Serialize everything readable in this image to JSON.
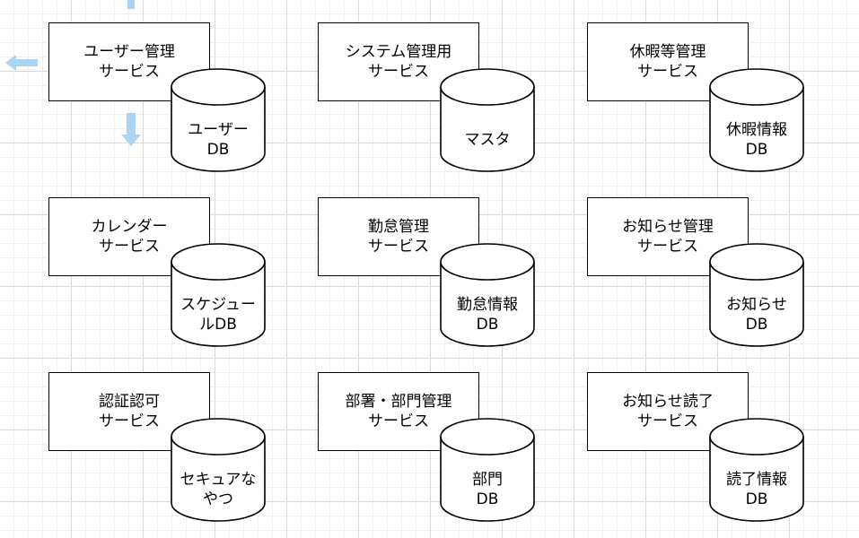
{
  "diagram": {
    "units": [
      {
        "service": "ユーザー管理\nサービス",
        "db": "ユーザー\nDB"
      },
      {
        "service": "システム管理用\nサービス",
        "db": "マスタ"
      },
      {
        "service": "休暇等管理\nサービス",
        "db": "休暇情報\nDB"
      },
      {
        "service": "カレンダー\nサービス",
        "db": "スケジュー\nルDB"
      },
      {
        "service": "勤怠管理\nサービス",
        "db": "勤怠情報\nDB"
      },
      {
        "service": "お知らせ管理\nサービス",
        "db": "お知らせ\nDB"
      },
      {
        "service": "認証認可\nサービス",
        "db": "セキュアな\nやつ"
      },
      {
        "service": "部署・部門管理\nサービス",
        "db": "部門\nDB"
      },
      {
        "service": "お知らせ読了\nサービス",
        "db": "読了情報\nDB"
      }
    ]
  },
  "colors": {
    "stroke": "#000000",
    "fill": "#ffffff",
    "grid": "#d8d8d8",
    "handle": "#a9d4f2"
  }
}
